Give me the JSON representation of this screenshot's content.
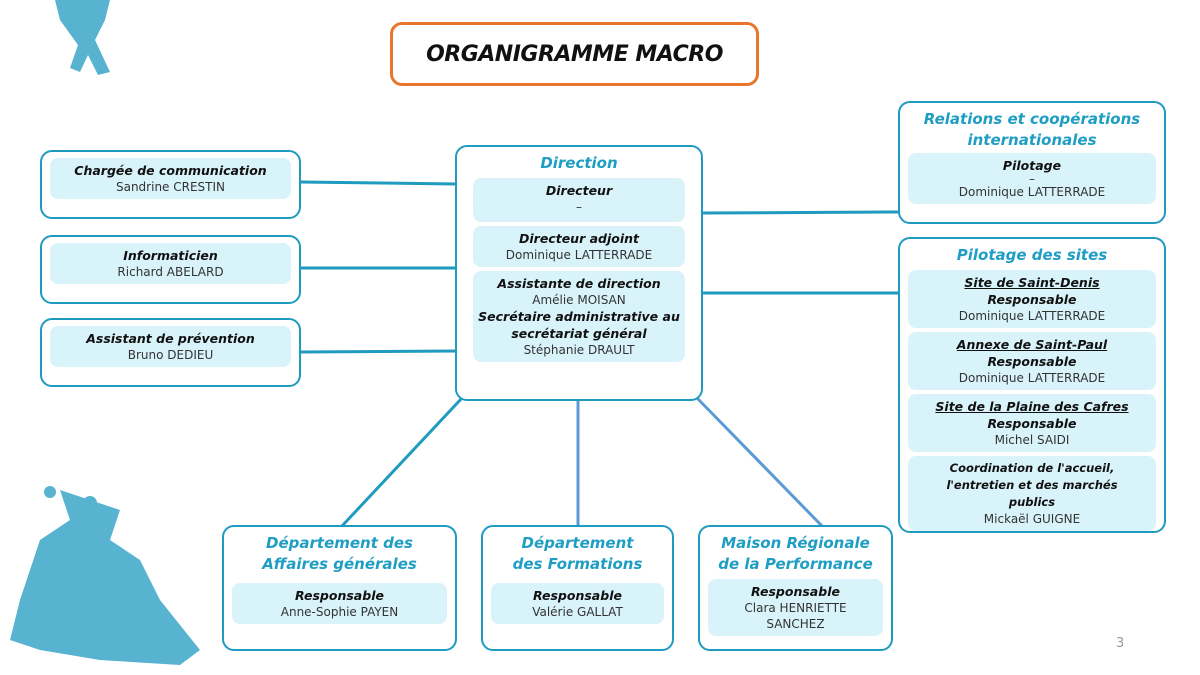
{
  "title": "ORGANIGRAMME MACRO",
  "page_number": "3",
  "colors": {
    "border": "#1e9bbf",
    "title": "#1f9ec4",
    "fill": "#d9f3fa",
    "accent": "#e8762d"
  },
  "left": [
    {
      "role": "Chargée de communication",
      "name": "Sandrine CRESTIN"
    },
    {
      "role": "Informaticien",
      "name": "Richard ABELARD"
    },
    {
      "role": "Assistant de prévention",
      "name": "Bruno DEDIEU"
    }
  ],
  "direction": {
    "title": "Direction",
    "directeur": {
      "role": "Directeur",
      "name": "–"
    },
    "adjoint": {
      "role": "Directeur adjoint",
      "name": "Dominique LATTERRADE"
    },
    "assistante": {
      "role": "Assistante de direction",
      "name": "Amélie MOISAN"
    },
    "secretaire": {
      "role": "Secrétaire administrative au secrétariat général",
      "name": "Stéphanie DRAULT"
    }
  },
  "relations": {
    "title": "Relations et coopérations internationales",
    "role": "Pilotage",
    "dash": "–",
    "name": "Dominique LATTERRADE"
  },
  "sites": {
    "title": "Pilotage des sites",
    "items": [
      {
        "site": "Site de Saint-Denis",
        "role": "Responsable",
        "name": "Dominique LATTERRADE"
      },
      {
        "site": "Annexe de Saint-Paul",
        "role": "Responsable",
        "name": "Dominique LATTERRADE"
      },
      {
        "site": "Site de la Plaine des Cafres",
        "role": "Responsable",
        "name": "Michel SAIDI"
      },
      {
        "role": "Coordination de l'accueil, l'entretien et des marchés publics",
        "name": "Mickaël GUIGNE"
      }
    ]
  },
  "bottom": [
    {
      "title": "Département des Affaires générales",
      "role": "Responsable",
      "name": "Anne-Sophie PAYEN"
    },
    {
      "title": "Département des Formations",
      "role": "Responsable",
      "name": "Valérie GALLAT"
    },
    {
      "title": "Maison Régionale de la Performance",
      "role": "Responsable",
      "name": "Clara HENRIETTE SANCHEZ"
    }
  ]
}
